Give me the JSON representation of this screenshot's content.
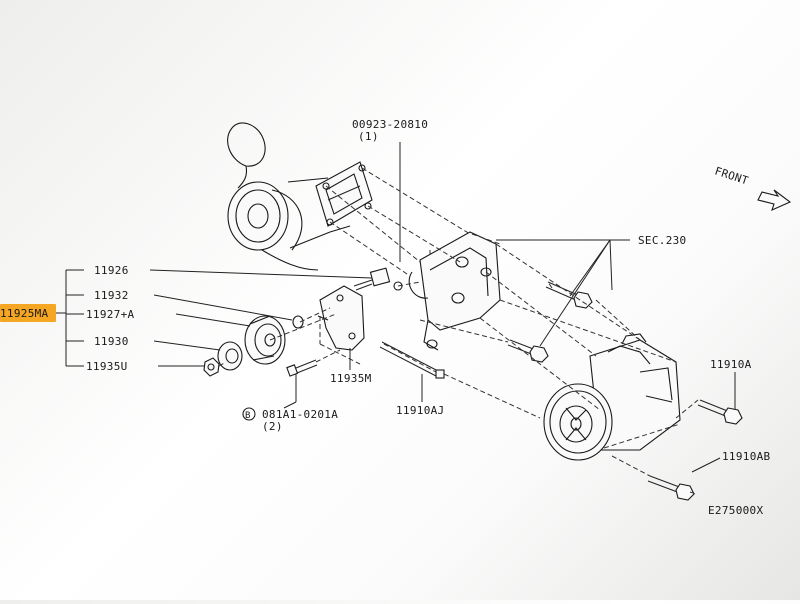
{
  "colors": {
    "highlight": "#f5a623",
    "line": "#222222",
    "text": "#1a1a1a"
  },
  "diagram": {
    "highlighted_part": "11925MA",
    "labels": {
      "p00923": "00923-20810",
      "p00923_qty": "(1)",
      "sec230": "SEC.230",
      "front": "FRONT",
      "p11926": "11926",
      "p11932": "11932",
      "p11927": "11927+A",
      "p11930": "11930",
      "p11935u": "11935U",
      "p11935m": "11935M",
      "b_circle": "B",
      "p081a1": "081A1-0201A",
      "p081a1_qty": "(2)",
      "p11910aj": "11910AJ",
      "p11910a": "11910A",
      "p11910ab": "11910AB",
      "ref": "E275000X"
    },
    "icons": {
      "front_arrow": "front-arrow-icon"
    }
  }
}
